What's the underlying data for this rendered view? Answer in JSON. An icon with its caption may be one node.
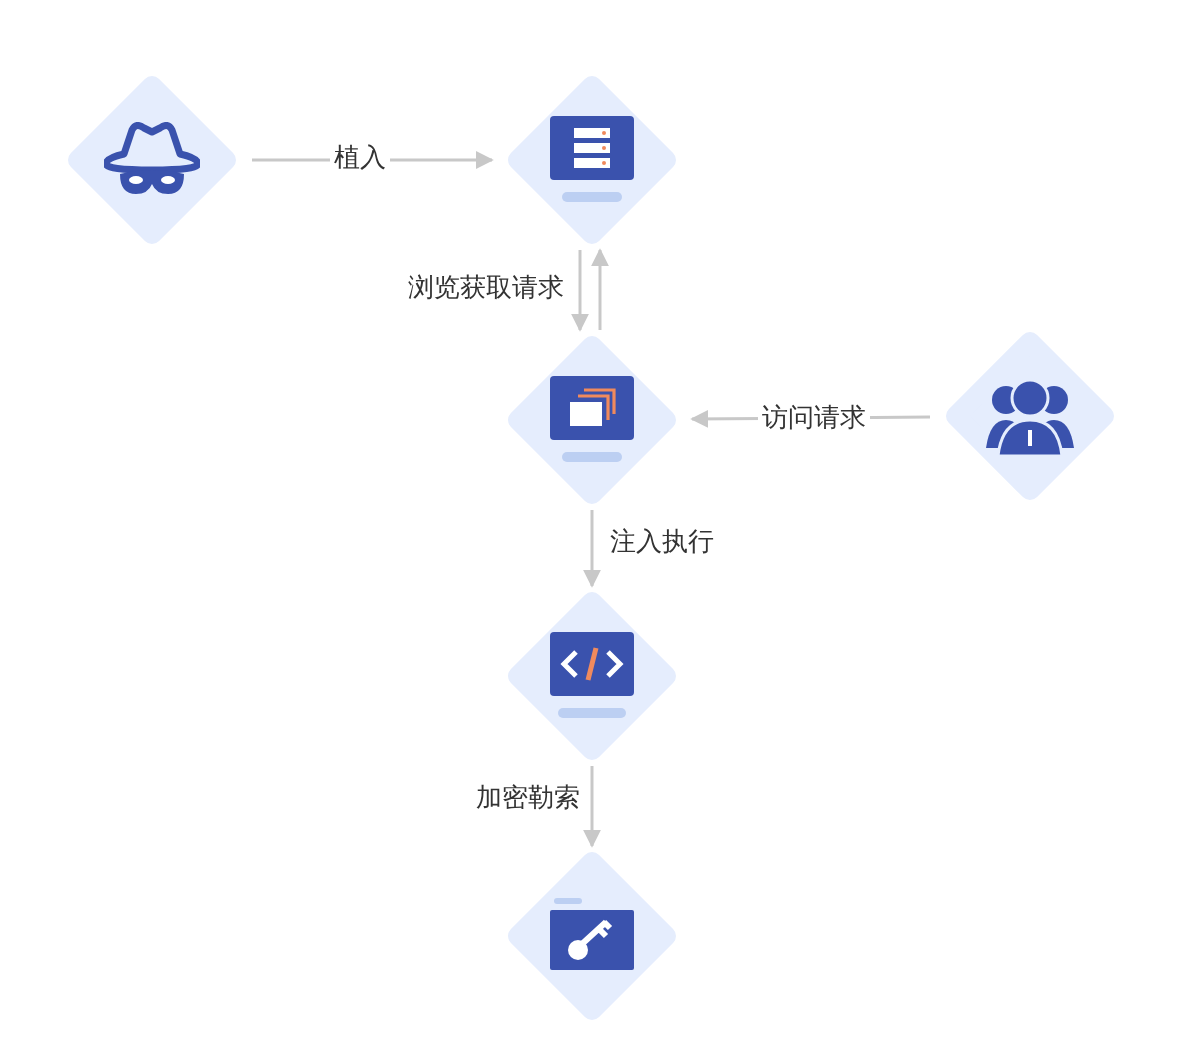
{
  "diagram": {
    "nodes": [
      {
        "text": [],
        "shape": "diamond"
      },
      {
        "text": [],
        "shape": "diamond"
      },
      {
        "text": [],
        "shape": "diamond"
      },
      {
        "text": [],
        "shape": "diamond"
      },
      {
        "text": [],
        "shape": "diamond"
      },
      {
        "text": [],
        "shape": "diamond"
      }
    ],
    "edges": [
      {
        "from": 0,
        "to": 1,
        "arrow": "to",
        "label": "植入"
      },
      {
        "from": 1,
        "to": 2,
        "arrow": "to",
        "label": "浏览获取请求"
      },
      {
        "from": 2,
        "to": 1,
        "arrow": "to"
      },
      {
        "from": 3,
        "to": 2,
        "arrow": "to",
        "label": "访问请求"
      },
      {
        "from": 2,
        "to": 4,
        "arrow": "to",
        "label": "注入执行"
      },
      {
        "from": 4,
        "to": 5,
        "arrow": "to",
        "label": "加密勒索"
      }
    ]
  }
}
